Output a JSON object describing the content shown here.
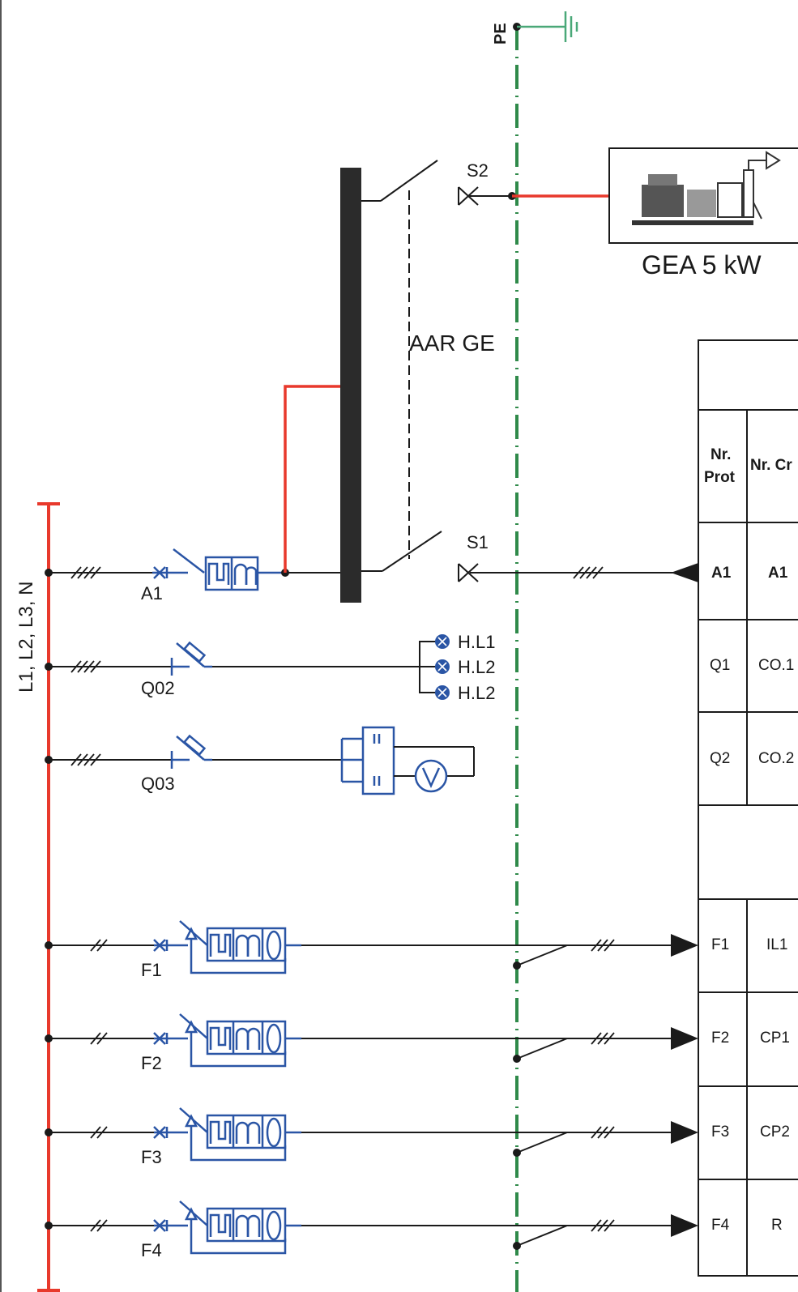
{
  "labels": {
    "pe": "PE",
    "bus": "L1, L2, L3, N",
    "s1": "S1",
    "s2": "S2",
    "aar": "AAR GE",
    "generator": "GEA 5 kW",
    "a1": "A1",
    "q02": "Q02",
    "q03": "Q03",
    "f1": "F1",
    "f2": "F2",
    "f3": "F3",
    "f4": "F4",
    "hl1": "H.L1",
    "hl2a": "H.L2",
    "hl2b": "H.L2"
  },
  "table": {
    "header_prot": "Nr. Prot",
    "header_prot_line1": "Nr.",
    "header_prot_line2": "Prot",
    "header_circ": "Nr. Cr",
    "rows": [
      {
        "prot": "A1",
        "circ": "A1"
      },
      {
        "prot": "Q1",
        "circ": "CO.1"
      },
      {
        "prot": "Q2",
        "circ": "CO.2"
      },
      {
        "prot": "",
        "circ": ""
      },
      {
        "prot": "F1",
        "circ": "IL1"
      },
      {
        "prot": "F2",
        "circ": "CP1"
      },
      {
        "prot": "F3",
        "circ": "CP2"
      },
      {
        "prot": "F4",
        "circ": "R"
      }
    ]
  },
  "colors": {
    "bus": "#e8392c",
    "protection": "#2a55a5",
    "earth": "#2f8a4a",
    "earth_symbol": "#4aa878"
  }
}
